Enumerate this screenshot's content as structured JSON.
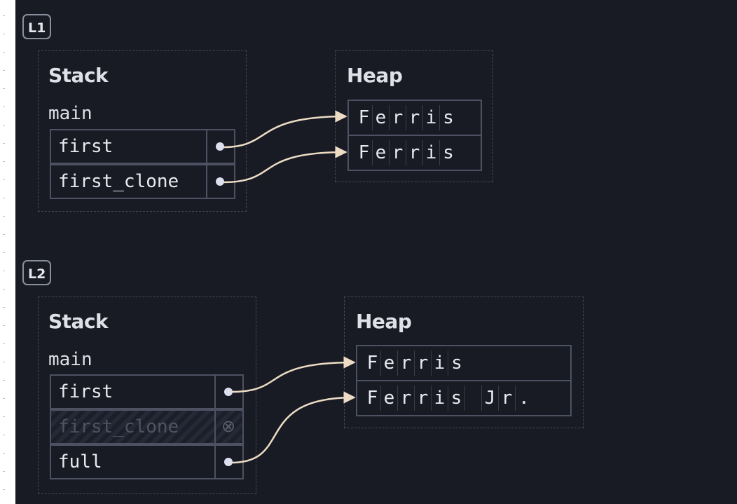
{
  "panels": [
    {
      "label": "L1",
      "stack": {
        "title": "Stack",
        "function": "main",
        "vars": [
          {
            "name": "first",
            "state": "live"
          },
          {
            "name": "first_clone",
            "state": "live"
          }
        ]
      },
      "heap": {
        "title": "Heap",
        "strings": [
          [
            "F",
            "e",
            "r",
            "r",
            "i",
            "s"
          ],
          [
            "F",
            "e",
            "r",
            "r",
            "i",
            "s"
          ]
        ]
      }
    },
    {
      "label": "L2",
      "stack": {
        "title": "Stack",
        "function": "main",
        "vars": [
          {
            "name": "first",
            "state": "live"
          },
          {
            "name": "first_clone",
            "state": "moved"
          },
          {
            "name": "full",
            "state": "live"
          }
        ]
      },
      "heap": {
        "title": "Heap",
        "strings": [
          [
            "F",
            "e",
            "r",
            "r",
            "i",
            "s"
          ],
          [
            "F",
            "e",
            "r",
            "r",
            "i",
            "s",
            " ",
            "J",
            "r",
            "."
          ]
        ]
      }
    }
  ],
  "colors": {
    "background": "#181a24",
    "box_border": "#4d5161",
    "arrow": "#ecdcc4",
    "text": "#e8eaf0"
  },
  "icons": {
    "pointer": "pointer-dot-icon",
    "dropped": "dropped-pointer-icon"
  }
}
